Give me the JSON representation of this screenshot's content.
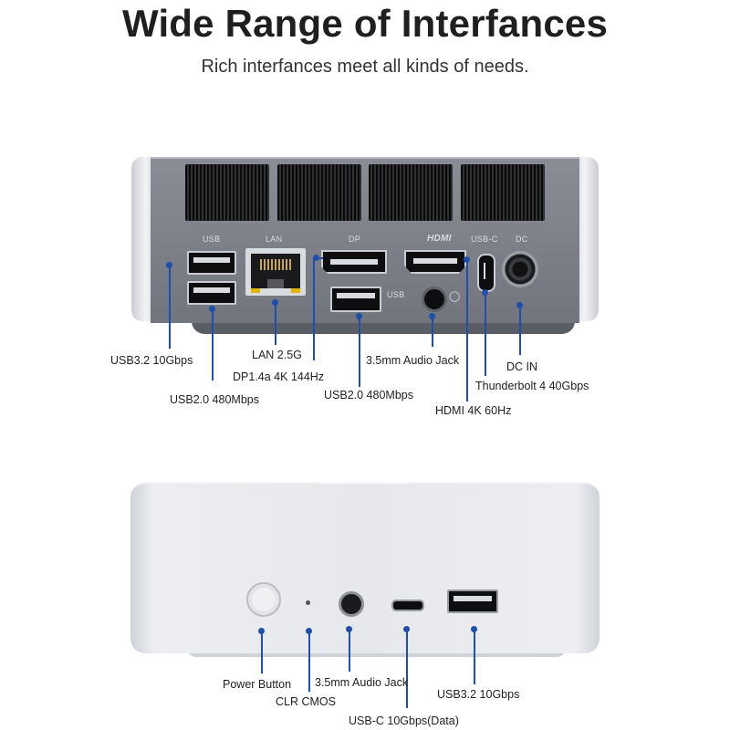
{
  "header": {
    "title": "Wide Range of Interfances",
    "subtitle": "Rich interfances meet all kinds of needs."
  },
  "back_panel": {
    "port_tags": {
      "usb": "USB",
      "lan": "LAN",
      "dp": "DP",
      "hdmi": "HDMI",
      "usbc": "USB-C",
      "dc": "DC",
      "usb_lower": "USB"
    },
    "callouts": {
      "usb32": "USB3.2 10Gbps",
      "usb20_left": "USB2.0 480Mbps",
      "lan": "LAN 2.5G",
      "dp": "DP1.4a 4K 144Hz",
      "usb20_center": "USB2.0 480Mbps",
      "audio": "3.5mm Audio Jack",
      "hdmi": "HDMI 4K 60Hz",
      "thunderbolt": "Thunderbolt 4 40Gbps",
      "dc_in": "DC IN"
    }
  },
  "front_panel": {
    "callouts": {
      "power": "Power Button",
      "clr_cmos": "CLR CMOS",
      "audio": "3.5mm Audio Jack",
      "usbc": "USB-C 10Gbps(Data)",
      "usb32": "USB3.2 10Gbps"
    }
  },
  "colors": {
    "leader": "#1f4fa8",
    "back_panel": "#7c7f88",
    "chassis_silver": "#e3e5e9"
  }
}
